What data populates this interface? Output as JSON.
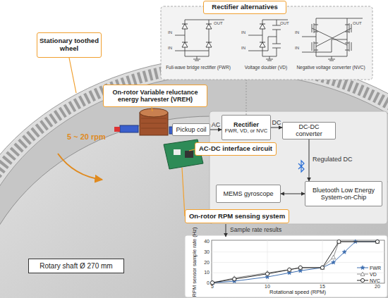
{
  "diagram": {
    "nodes": [
      {
        "text": [
          "Rectifier alternatives"
        ]
      },
      {
        "text": [
          "Stationary toothed wheel"
        ]
      },
      {
        "text": [
          "On-rotor Variable reluctance energy harvester (VREH)"
        ]
      },
      {
        "text": [
          "Pickup coil"
        ]
      },
      {
        "text": [
          "Rectifier",
          "FWR, VD, or NVC"
        ]
      },
      {
        "text": [
          "DC-DC converter"
        ]
      },
      {
        "text": [
          "AC-DC interface circuit"
        ]
      },
      {
        "text": [
          "MEMS gyroscope"
        ]
      },
      {
        "text": [
          "Bluetooth Low Energy System-on-Chip"
        ]
      },
      {
        "text": [
          "On-rotor RPM sensing system"
        ]
      },
      {
        "text": [
          "Rotary shaft Ø 270 mm"
        ]
      }
    ],
    "edges": [
      {
        "from": 3,
        "to": 4,
        "label": "AC",
        "arrow": "to"
      },
      {
        "from": 4,
        "to": 5,
        "label": "DC",
        "arrow": "to"
      },
      {
        "from": 5,
        "to": 8,
        "label": "Regulated DC",
        "arrow": "to"
      },
      {
        "from": 7,
        "to": 8,
        "arrow": "both"
      }
    ],
    "labels": [
      "IN",
      "IN",
      "OUT",
      "Full-wave bridge rectifier (FWR)",
      "IN",
      "IN",
      "OUT",
      "Voltage doubler (VD)",
      "IN",
      "IN",
      "OUT",
      "Negative voltage converter (NVC)",
      "5 ~ 20 rpm",
      "Sample rate results",
      "RPM sensor sample rate (Hz)",
      "Rotational speed (RPM)",
      "0",
      "10",
      "20",
      "30",
      "40",
      "5",
      "10",
      "15",
      "20"
    ],
    "legend": [
      {
        "text": "FWR"
      },
      {
        "text": "VD"
      },
      {
        "text": "NVC"
      }
    ]
  }
}
